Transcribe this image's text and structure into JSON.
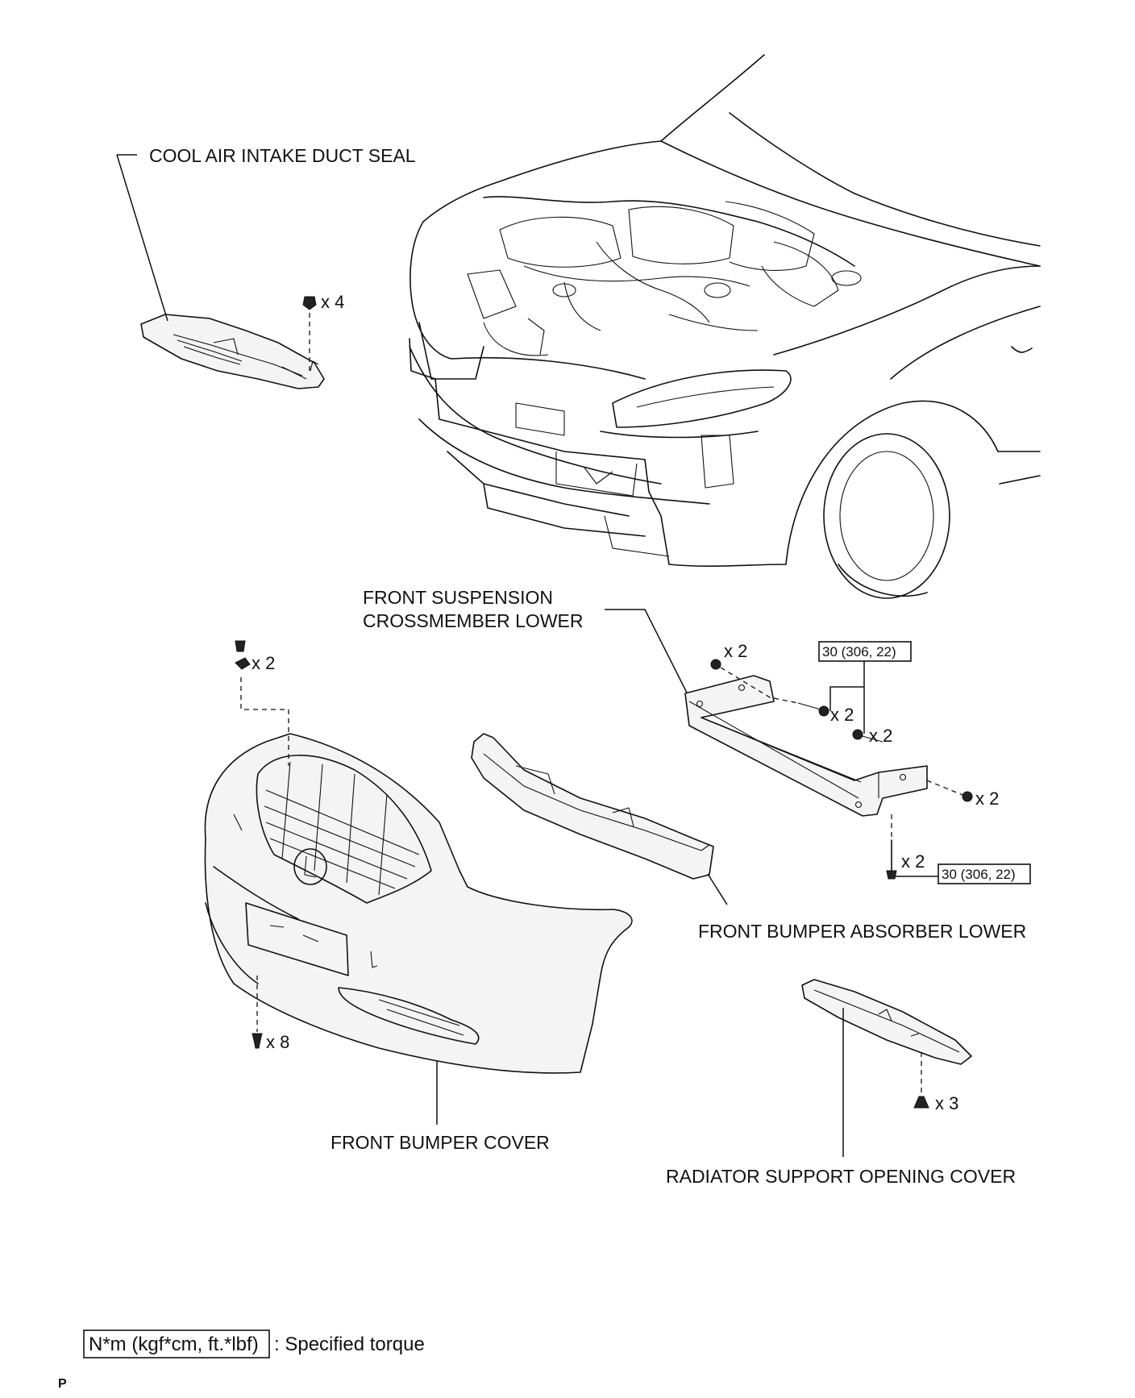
{
  "labels": {
    "cool_air_intake_duct_seal": "COOL AIR INTAKE DUCT SEAL",
    "front_suspension_crossmember_lower_line1": "FRONT SUSPENSION",
    "front_suspension_crossmember_lower_line2": "CROSSMEMBER LOWER",
    "front_bumper_absorber_lower": "FRONT BUMPER ABSORBER LOWER",
    "front_bumper_cover": "FRONT BUMPER COVER",
    "radiator_support_opening_cover": "RADIATOR SUPPORT OPENING COVER"
  },
  "quantities": {
    "duct_seal_clips": "x 4",
    "bumper_top_clips": "x 2",
    "crossmember_nuts_left": "x 2",
    "crossmember_bolts_mid": "x 2",
    "crossmember_bolts_right": "x 2",
    "crossmember_nuts_right": "x 2",
    "crossmember_bolts_bottom": "x 2",
    "bumper_bottom_screws": "x 8",
    "radiator_cover_clips": "x 3"
  },
  "torque": {
    "upper": "30 (306, 22)",
    "lower": "30 (306, 22)"
  },
  "legend": {
    "box_text": "N*m (kgf*cm, ft.*lbf)",
    "description": ": Specified torque"
  },
  "page_marker": "P"
}
